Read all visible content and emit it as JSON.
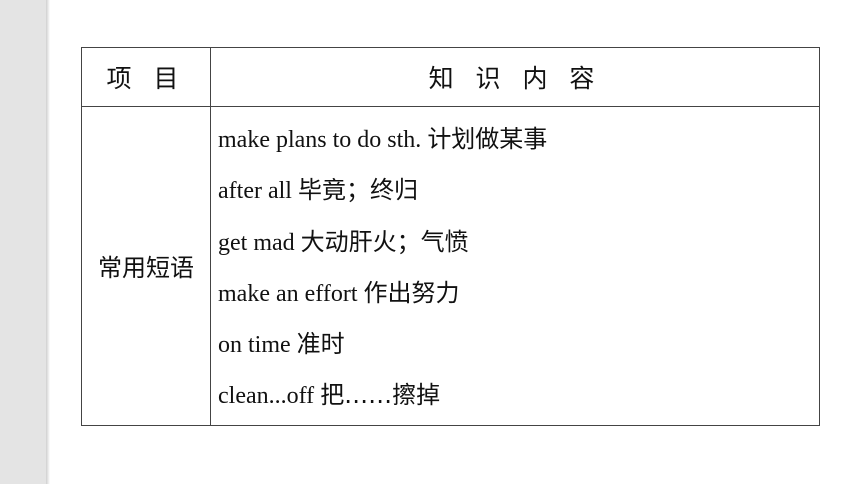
{
  "table": {
    "header": {
      "item": "项 目",
      "content": "知 识 内 容"
    },
    "category": "常用短语",
    "phrases": [
      {
        "en": "make plans to do sth.",
        "zh": "计划做某事"
      },
      {
        "en": "after all",
        "zh": "毕竟；终归"
      },
      {
        "en": "get mad",
        "zh": "大动肝火；气愤"
      },
      {
        "en": "make an effort",
        "zh": "作出努力"
      },
      {
        "en": "on time",
        "zh": "准时"
      },
      {
        "en": "clean...off",
        "zh": "把……擦掉"
      }
    ]
  }
}
